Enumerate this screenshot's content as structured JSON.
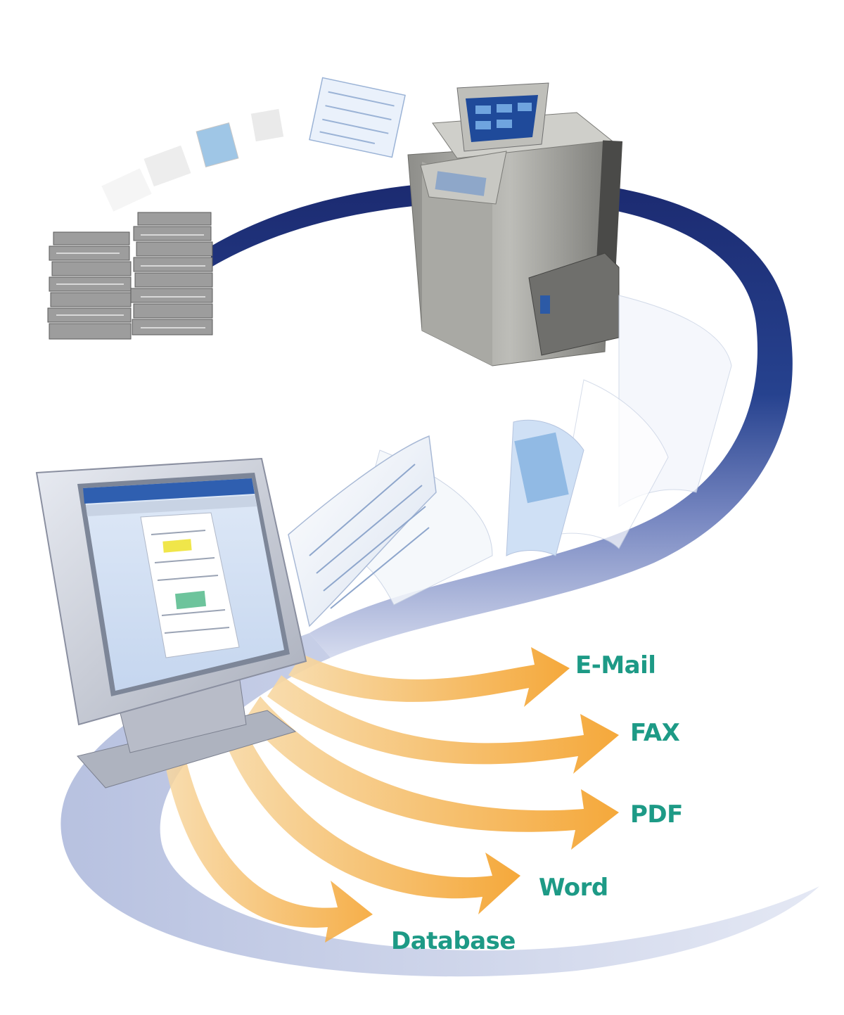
{
  "colors": {
    "label": "#1d9a86",
    "ribbon_dark": "#13246a",
    "ribbon_light": "#c7cfe6",
    "arrow": "#f4a532",
    "device_gray": "#a8a8a4"
  },
  "outputs": [
    {
      "id": "email",
      "label": "E-Mail"
    },
    {
      "id": "fax",
      "label": "FAX"
    },
    {
      "id": "pdf",
      "label": "PDF"
    },
    {
      "id": "word",
      "label": "Word"
    },
    {
      "id": "database",
      "label": "Database"
    }
  ],
  "icons": {
    "documents": "paper-stacks-icon",
    "scanner": "multifunction-printer-icon",
    "computer": "desktop-monitor-icon"
  }
}
